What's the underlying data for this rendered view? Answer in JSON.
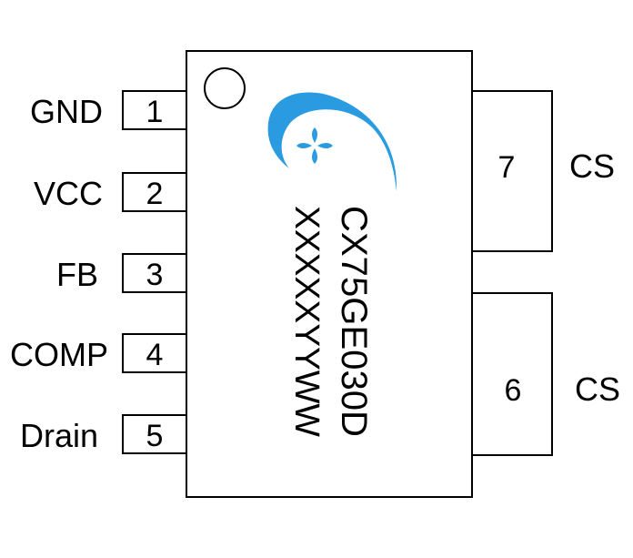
{
  "pins_left": [
    {
      "number": "1",
      "name": "GND"
    },
    {
      "number": "2",
      "name": "VCC"
    },
    {
      "number": "3",
      "name": "FB"
    },
    {
      "number": "4",
      "name": "COMP"
    },
    {
      "number": "5",
      "name": "Drain"
    }
  ],
  "pins_right": [
    {
      "number": "7",
      "name": "CS"
    },
    {
      "number": "6",
      "name": "CS"
    }
  ],
  "chip": {
    "part_number": "CX75GE030D",
    "date_code": "XXXXXYYWW"
  },
  "colors": {
    "logo": "#2a9be0",
    "outline": "#000000"
  }
}
